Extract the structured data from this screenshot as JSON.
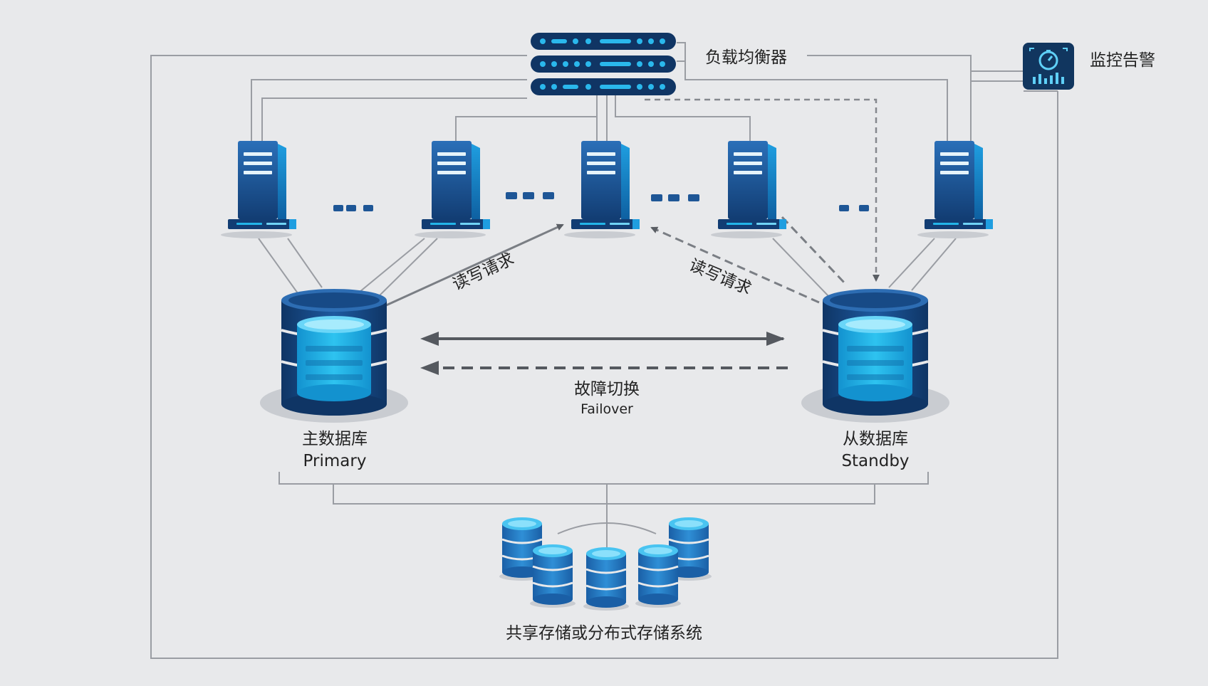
{
  "load_balancer": {
    "label": "负载均衡器"
  },
  "monitor": {
    "label": "监控告警",
    "icon": "monitor-alarm-icon"
  },
  "edges": {
    "read_write_left": "读写请求",
    "read_write_right": "读写请求",
    "failover_cn": "故障切换",
    "failover_en": "Failover"
  },
  "primary_db": {
    "label_cn": "主数据库",
    "label_en": "Primary"
  },
  "standby_db": {
    "label_cn": "从数据库",
    "label_en": "Standby"
  },
  "storage": {
    "label": "共享存储或分布式存储系统"
  },
  "colors": {
    "background": "#e8e9eb",
    "line": "#9a9da3",
    "arrow": "#55595f",
    "navy": "#0f3565",
    "blue": "#1e5fa3",
    "cyan": "#23b5e8"
  }
}
